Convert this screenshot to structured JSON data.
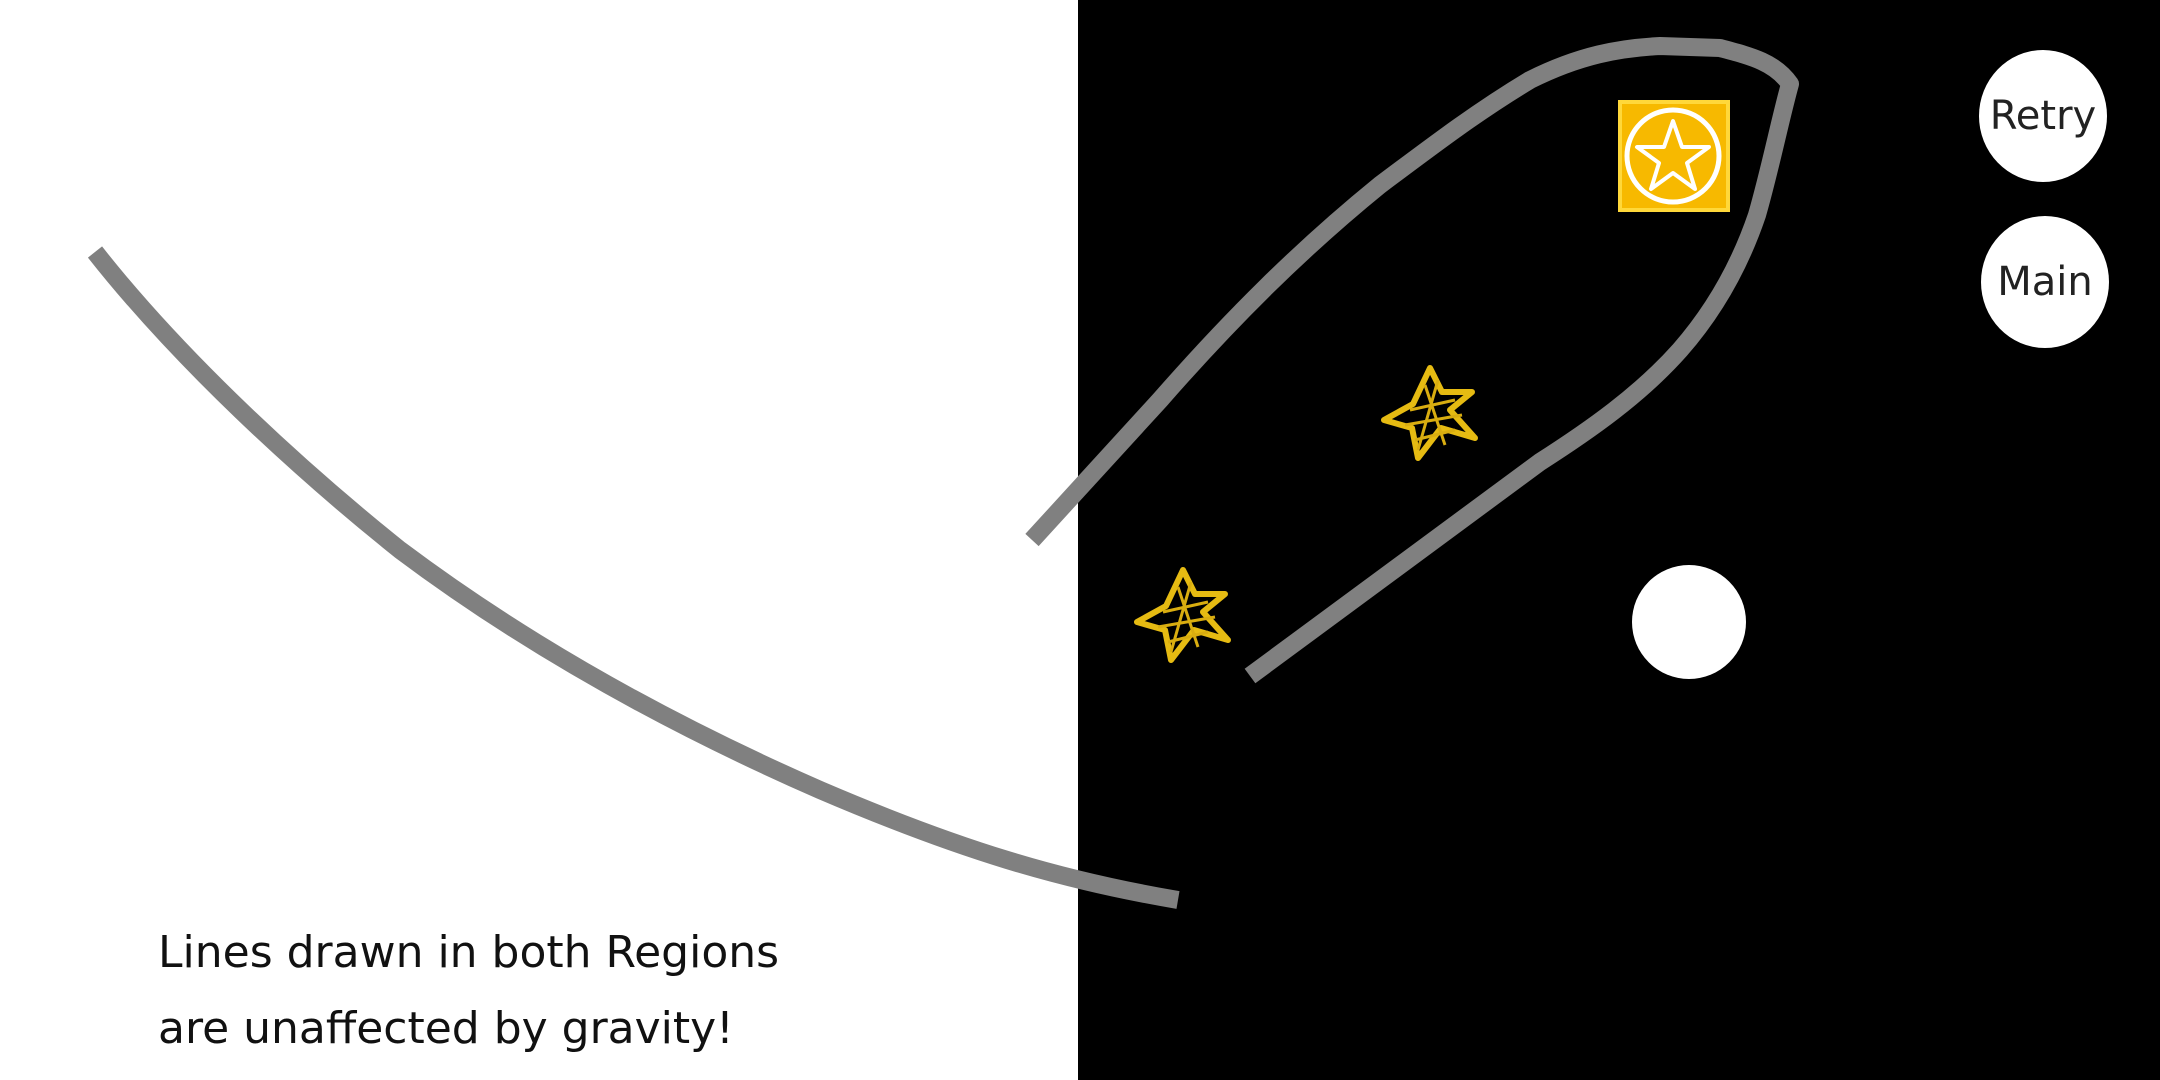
{
  "hud": {
    "retry_label": "Retry",
    "main_label": "Main"
  },
  "hint": {
    "line1": "Lines drawn in both Regions",
    "line2": "are unaffected by gravity!"
  },
  "colors": {
    "white_region": "#ffffff",
    "black_region": "#000000",
    "drawn_line": "#808080",
    "star_gold": "#f0c419",
    "goal_box": "#f7b900",
    "ball": "#ffffff"
  },
  "icons": {
    "goal": "star-in-circle-icon",
    "collectible": "star-icon"
  }
}
